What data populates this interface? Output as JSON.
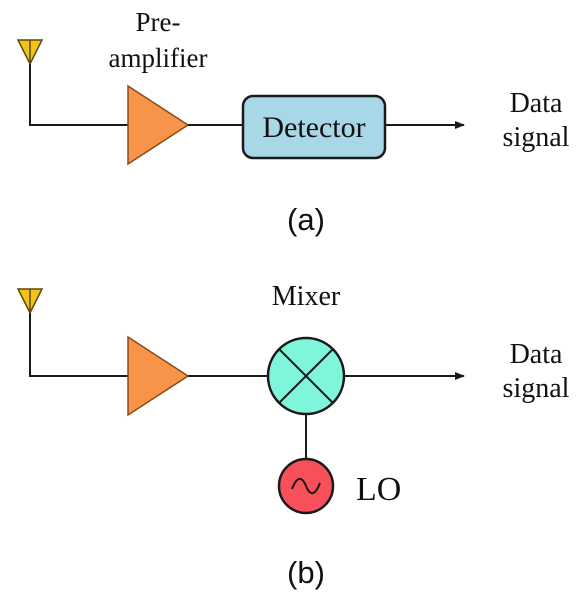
{
  "panel_a": {
    "amp_label_line1": "Pre-",
    "amp_label_line2": "amplifier",
    "detector_label": "Detector",
    "output_line1": "Data",
    "output_line2": "signal",
    "caption": "(a)"
  },
  "panel_b": {
    "mixer_label": "Mixer",
    "lo_label": "LO",
    "output_line1": "Data",
    "output_line2": "signal",
    "caption": "(b)"
  },
  "colors": {
    "antenna": "#f2c318",
    "amplifier": "#f7944a",
    "detector": "#a8d8e8",
    "mixer": "#7ff5dc",
    "oscillator": "#f7505a"
  },
  "icons": [
    "antenna-icon",
    "amplifier-triangle-icon",
    "mixer-cross-icon",
    "sine-wave-icon"
  ]
}
